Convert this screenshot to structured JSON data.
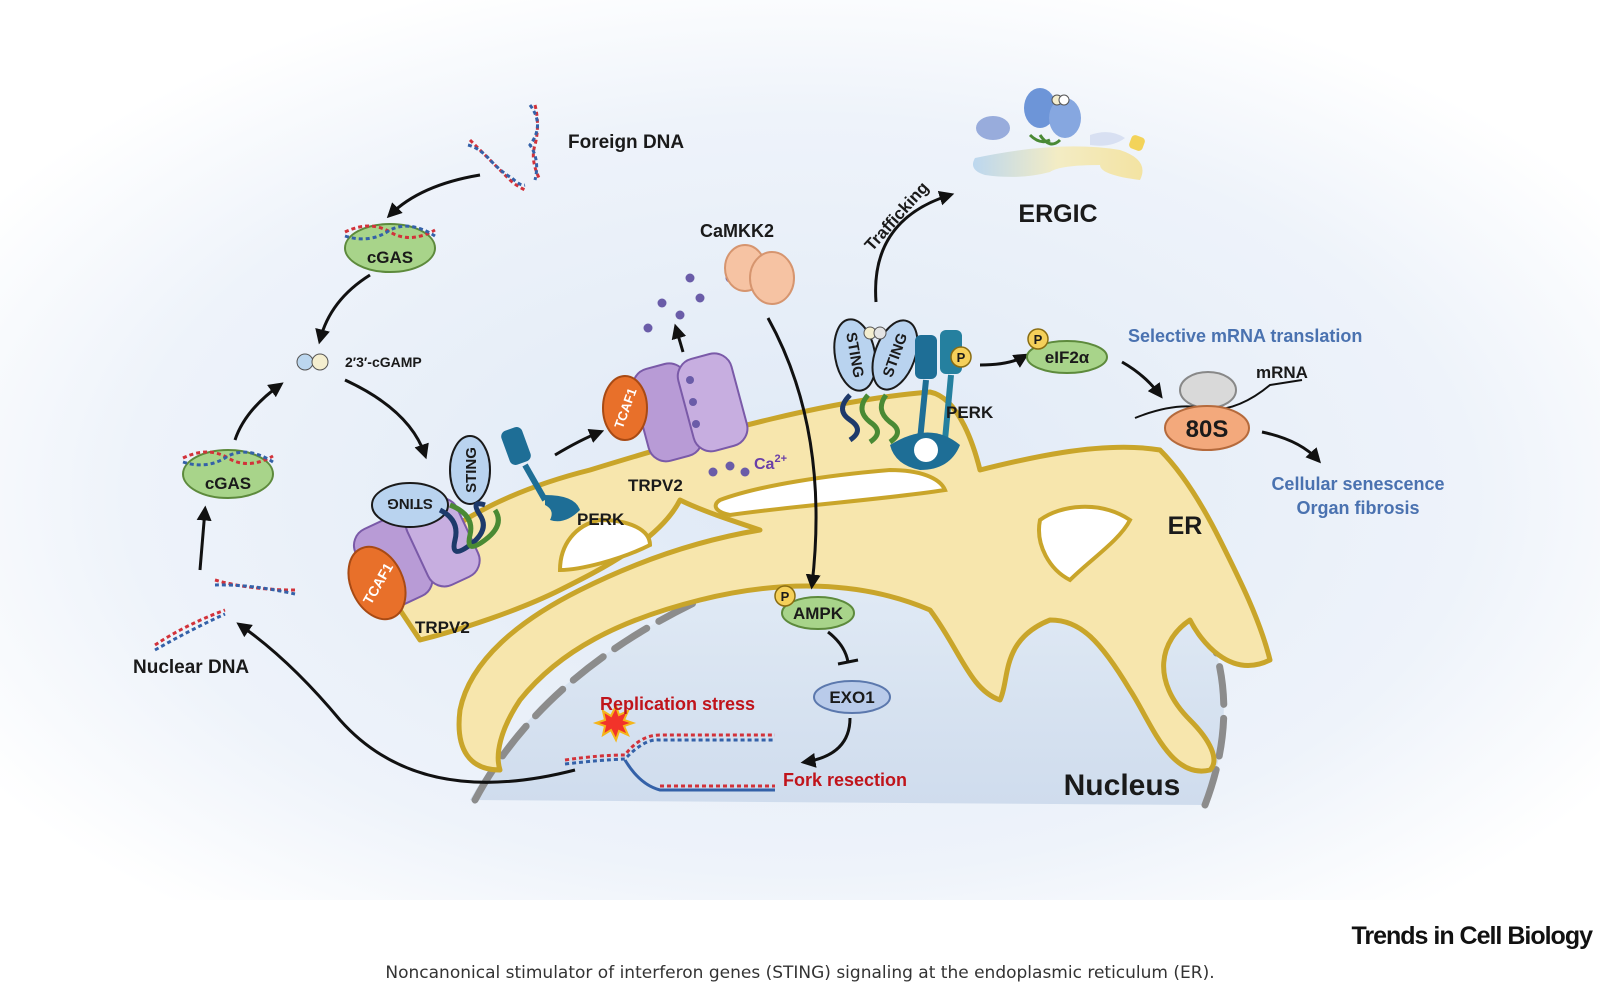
{
  "labels": {
    "foreign_dna": "Foreign DNA",
    "cgas": "cGAS",
    "cgamp": "2′3′-cGAMP",
    "nuclear_dna": "Nuclear DNA",
    "sting": "STING",
    "tcaf1": "TCAF1",
    "trpv2": "TRPV2",
    "perk": "PERK",
    "camkk2": "CaMKK2",
    "ca": "Ca",
    "ca_sup": "2+",
    "trafficking": "Trafficking",
    "ergic": "ERGIC",
    "phospho": "P",
    "eif2a": "eIF2α",
    "selective_translation": "Selective mRNA translation",
    "mrna": "mRNA",
    "ribosome": "80S",
    "senescence": "Cellular senescence",
    "fibrosis": "Organ fibrosis",
    "er": "ER",
    "ampk": "AMPK",
    "exo1": "EXO1",
    "replication_stress": "Replication stress",
    "fork_resection": "Fork resection",
    "nucleus": "Nucleus"
  },
  "brand": "Trends in Cell Biology",
  "caption": "Noncanonical stimulator of interferon genes (STING) signaling at the endoplasmic reticulum (ER).",
  "colors": {
    "er_fill": "#f7e6ad",
    "er_stroke": "#c9a52a",
    "cgas": "#a8d48a",
    "sting": "#b9d3ef",
    "tcaf1": "#e8702a",
    "trpv2": "#b89bd6",
    "perk": "#1e6e96",
    "camkk2": "#f6c3a3",
    "ribosome": "#f3a97c",
    "calcium": "#6a5ca8",
    "dna_red": "#d2323a",
    "dna_blue": "#3461a8"
  }
}
